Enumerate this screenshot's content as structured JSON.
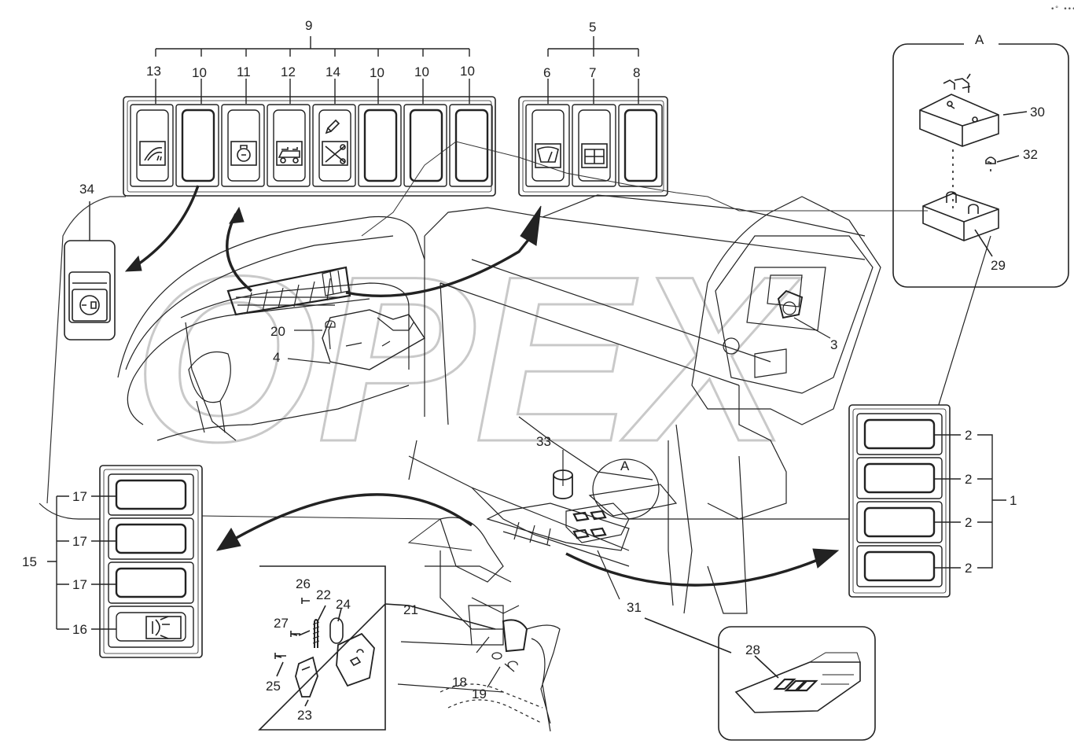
{
  "watermark": "OPEX",
  "corner_mark": "•° •••",
  "detail_letter": "A",
  "labels": {
    "n9": "9",
    "n13": "13",
    "n10a": "10",
    "n11": "11",
    "n12": "12",
    "n14": "14",
    "n10b": "10",
    "n10c": "10",
    "n10d": "10",
    "n5": "5",
    "n6": "6",
    "n7": "7",
    "n8": "8",
    "n34": "34",
    "n30": "30",
    "n32": "32",
    "n29": "29",
    "n20": "20",
    "n4": "4",
    "n3": "3",
    "n33": "33",
    "n2a": "2",
    "n2b": "2",
    "n2c": "2",
    "n2d": "2",
    "n1": "1",
    "n15": "15",
    "n17a": "17",
    "n17b": "17",
    "n17c": "17",
    "n16": "16",
    "n26": "26",
    "n22": "22",
    "n24": "24",
    "n27": "27",
    "n25": "25",
    "n23": "23",
    "n21": "21",
    "n18": "18",
    "n19": "19",
    "n31": "31",
    "n28": "28"
  },
  "icons": [
    "wiper-spray-icon",
    "fuel-heater-icon",
    "seed-drill-icon",
    "pencil-icon",
    "cutter-scissors-icon",
    "front-wiper-icon",
    "rear-defrost-icon",
    "socket-plug-icon",
    "work-light-icon"
  ]
}
